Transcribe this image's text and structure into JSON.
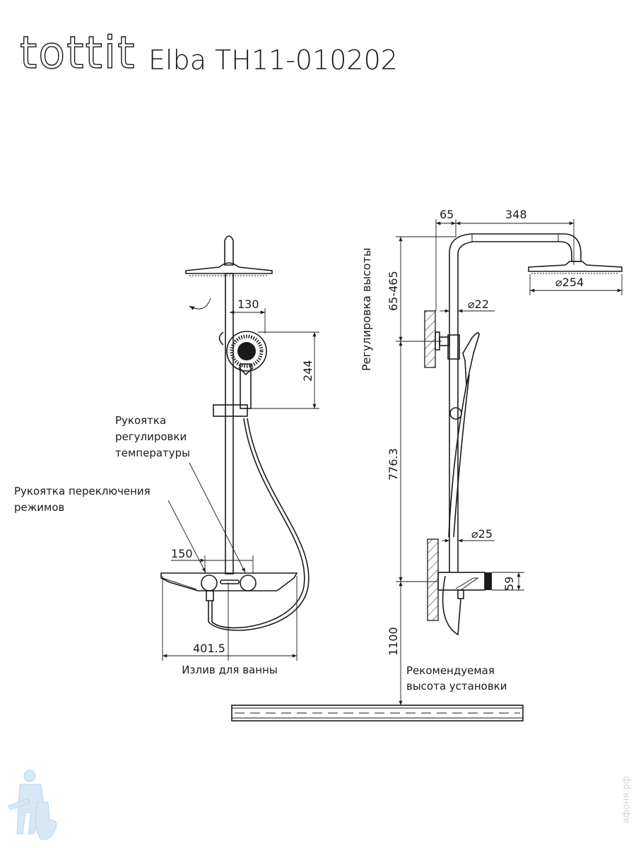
{
  "header": {
    "logo": "tottit",
    "model": "Elba TH11-010202"
  },
  "front_view": {
    "dim_handshower_offset": "130",
    "dim_handshower_height": "244",
    "dim_handles_spacing": "150",
    "dim_spout_width": "401.5",
    "label_temp_handle": [
      "Рукоятка",
      "регулировки",
      "температуры"
    ],
    "label_mode_handle": [
      "Рукоятка переключения",
      "режимов"
    ],
    "label_spout": "Излив для ванны"
  },
  "side_view": {
    "dim_wall_offset": "65",
    "dim_arm_reach": "348",
    "dim_head_diameter": "⌀254",
    "dim_pipe_top": "⌀22",
    "dim_pipe_bottom": "⌀25",
    "dim_height_adjust": "65-465",
    "label_height_adjust": "Регулировка высоты",
    "dim_mixer_to_bracket": "776.3",
    "dim_mixer_height": "59",
    "dim_install_height": "1100",
    "label_install": [
      "Рекомендуемая",
      "высота установки"
    ]
  },
  "watermark": "афоня.рф",
  "colors": {
    "line": "#1a1a1a",
    "mascot": "#cfe3f3"
  }
}
